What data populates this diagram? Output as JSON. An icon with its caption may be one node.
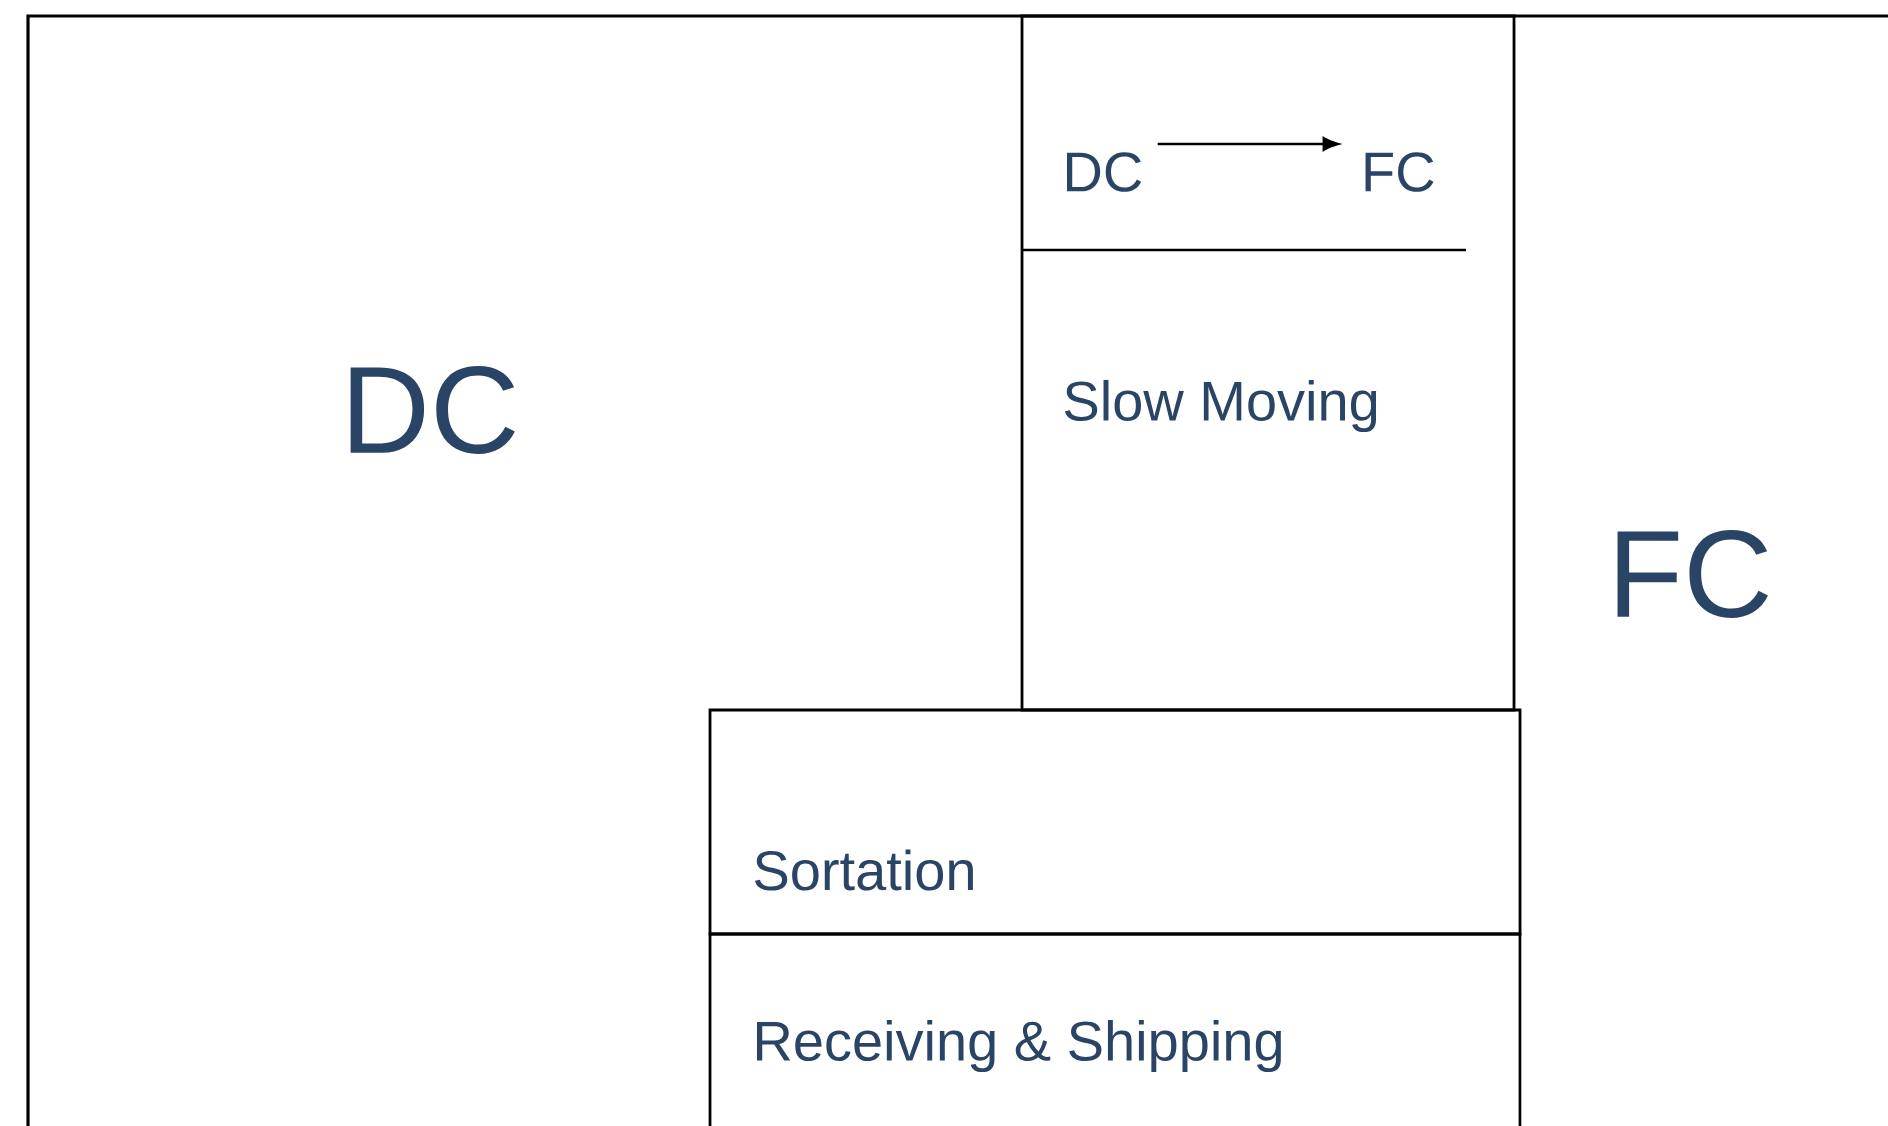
{
  "diagram": {
    "nodes": [
      {
        "text": [
          "DC"
        ]
      },
      {
        "text": [
          "FC"
        ]
      },
      {
        "text": [
          "Slow Moving"
        ]
      },
      {
        "text": [
          "DC"
        ]
      },
      {
        "text": [
          "FC"
        ]
      },
      {
        "text": [
          "Sortation"
        ]
      },
      {
        "text": [
          "Receiving & Shipping"
        ]
      }
    ],
    "edges": [
      {
        "from": 3,
        "to": 4,
        "arrow": "to"
      }
    ]
  }
}
